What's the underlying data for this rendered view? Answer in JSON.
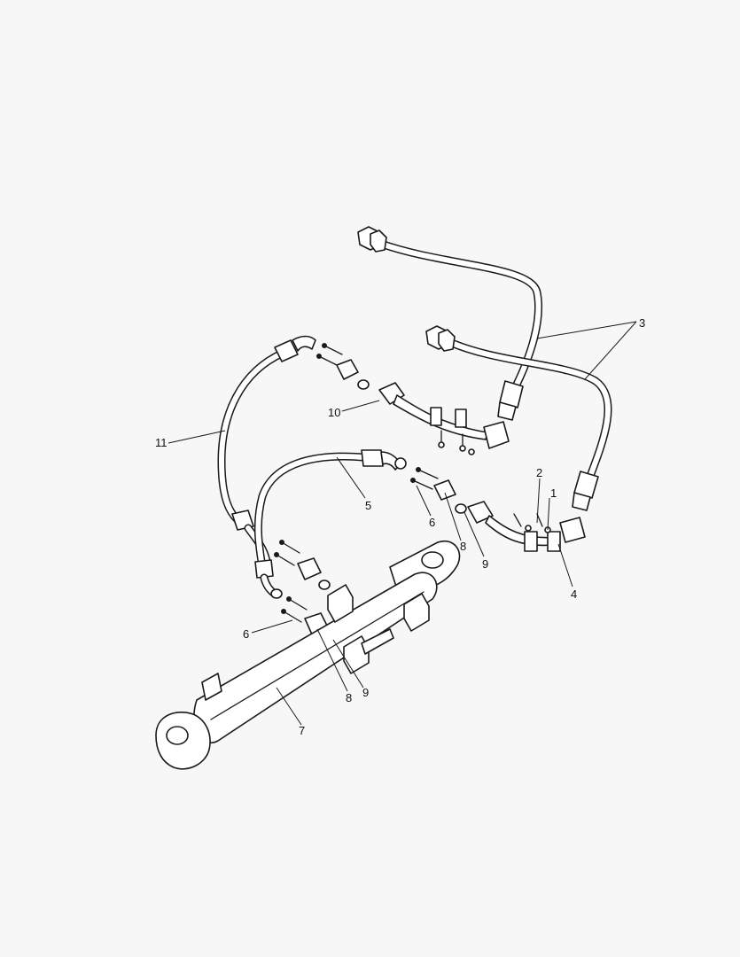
{
  "callouts": {
    "c1": "1",
    "c2": "2",
    "c3": "3",
    "c4": "4",
    "c5": "5",
    "c6a": "6",
    "c6b": "6",
    "c7": "7",
    "c8a": "8",
    "c8b": "8",
    "c9a": "9",
    "c9b": "9",
    "c10": "10",
    "c11": "11"
  },
  "colors": {
    "background": "#f7f7f7",
    "line": "#1a1a1a",
    "fill": "#ffffff"
  }
}
